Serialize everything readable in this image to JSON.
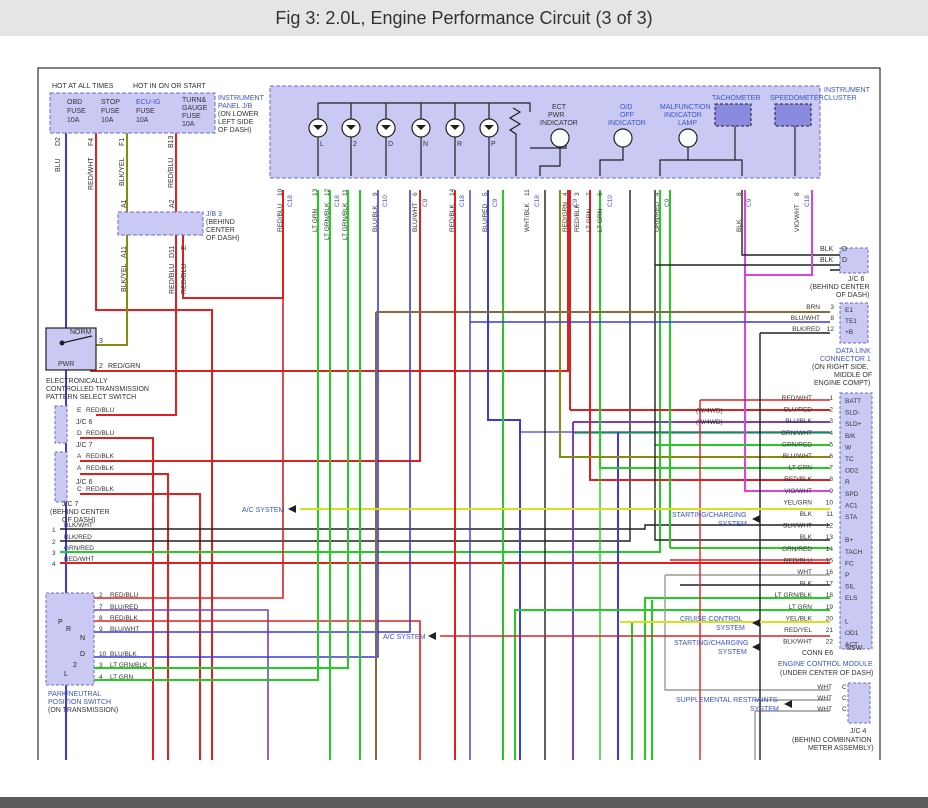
{
  "title": "Fig 3: 2.0L, Engine Performance Circuit (3 of 3)",
  "colors": {
    "box_fill": "#c9c9f4",
    "box_stroke": "#6a6ad0",
    "blue_label": "#3a55c8",
    "red": "#e02020",
    "green": "#22cc22",
    "blue": "#3a3ae0",
    "purple": "#7a40c0",
    "olive": "#8a8a10",
    "brown": "#9a6a3a",
    "magenta": "#e040e0",
    "yellow": "#d8e020",
    "black": "#202020",
    "gray": "#9a9a9a"
  },
  "top_labels": {
    "hot_always": "HOT AT ALL TIMES",
    "hot_on_start": "HOT IN ON OR START"
  },
  "fuses": [
    {
      "name": "OBD",
      "l2": "FUSE",
      "amp": "10A"
    },
    {
      "name": "STOP",
      "l2": "FUSE",
      "amp": "10A"
    },
    {
      "name": "ECU-IG",
      "l2": "FUSE",
      "amp": "10A"
    },
    {
      "name": "TURN&",
      "l2": "GAUGE",
      "l3": "FUSE",
      "amp": "10A"
    }
  ],
  "ip_jb": {
    "l1": "INSTRUMENT",
    "l2": "PANEL J/B",
    "l3": "(ON LOWER",
    "l4": "LEFT SIDE",
    "l5": "OF DASH)"
  },
  "cluster": {
    "label1": "INSTRUMENT",
    "label2": "CLUSTER",
    "tach": "TACHOMETER",
    "speedo": "SPEEDOMETER",
    "ect": [
      "ECT",
      "PWR",
      "INDICATOR"
    ],
    "od": [
      "O/D",
      "OFF",
      "INDICATOR"
    ],
    "mil": [
      "MALFUNCTION",
      "INDICATOR",
      "LAMP"
    ],
    "leds": [
      "L",
      "2",
      "D",
      "N",
      "R",
      "P"
    ]
  },
  "cluster_pins": [
    {
      "pin": "10",
      "color": "RED/BLU",
      "conn": "C18"
    },
    {
      "pin": "13",
      "color": "LT GRN",
      "conn": ""
    },
    {
      "pin": "12",
      "color": "LT GRN/BLK",
      "conn": "C18"
    },
    {
      "pin": "11",
      "color": "LT GRN/BLK",
      "conn": ""
    },
    {
      "pin": "9",
      "color": "BLU/BLK",
      "conn": "C10"
    },
    {
      "pin": "6",
      "color": "BLU/WHT",
      "conn": "C9"
    },
    {
      "pin": "14",
      "color": "RED/BLK",
      "conn": "C18"
    },
    {
      "pin": "5",
      "color": "BLU/RED",
      "conn": "C9"
    },
    {
      "pin": "11",
      "color": "WHT/BLK",
      "conn": "C18"
    },
    {
      "pin": "4",
      "color": "RED/GRN",
      "conn": "C9"
    },
    {
      "pin": "3",
      "color": "RED/BLK",
      "conn": ""
    },
    {
      "pin": "7",
      "color": "LT GRN",
      "conn": ""
    },
    {
      "pin": "6",
      "color": "LT GRN",
      "conn": "C10"
    },
    {
      "pin": "4",
      "color": "GRN/RED",
      "conn": "C9"
    },
    {
      "pin": "8",
      "color": "BLK",
      "conn": "C9"
    },
    {
      "pin": "8",
      "color": "VIO/WHT",
      "conn": "C18"
    }
  ],
  "fuse_pins": [
    {
      "pin": "D2",
      "color": "BLU"
    },
    {
      "pin": "F4",
      "color": "RED/WHT"
    },
    {
      "pin": "F1",
      "color": "BLK/YEL"
    },
    {
      "pin": "B13",
      "color": "RED/BLU"
    }
  ],
  "jb3": {
    "l1": "J/B 3",
    "l2": "(BEHIND",
    "l3": "CENTER",
    "l4": "OF DASH)",
    "a1": "A1",
    "a2": "A2",
    "a11": "A11",
    "d11": "D11",
    "e": "E",
    "w1": "BLK/YEL",
    "w2": "RED/BLU",
    "w3": "RED/BLU"
  },
  "jc6_top": {
    "label": "J/C 6",
    "l2": "(BEHIND CENTER",
    "l3": "OF DASH)",
    "r1": "BLK",
    "r1p": "D",
    "r2": "BLK",
    "r2p": "D"
  },
  "dlc": {
    "pins": [
      {
        "c": "BRN",
        "n": "3",
        "t": "E1"
      },
      {
        "c": "BLU/WHT",
        "n": "8",
        "t": "TE1"
      },
      {
        "c": "BLK/RED",
        "n": "12",
        "t": "+B"
      }
    ],
    "l1": "DATA LINK",
    "l2": "CONNECTOR 1",
    "l3": "(ON RIGHT SIDE,",
    "l4": "MIDDLE OF",
    "l5": "ENGINE COMPT)"
  },
  "ectps": {
    "norm": "NORM",
    "pwr": "PWR",
    "p3": "3",
    "p2": "2",
    "w2": "RED/GRN",
    "l1": "ELECTRONICALLY",
    "l2": "CONTROLLED TRANSMISSION",
    "l3": "PATTERN SELECT SWITCH"
  },
  "jc_left": [
    {
      "p": "E",
      "c": "RED/BLU"
    },
    {
      "p": "D",
      "c": "RED/BLU"
    },
    {
      "p": "A",
      "c": "RED/BLK"
    },
    {
      "p": "A",
      "c": "RED/BLK"
    },
    {
      "p": "C",
      "c": "RED/BLK"
    }
  ],
  "jc_left_labels": {
    "jc6a": "J/C 6",
    "jc7a": "J/C 7",
    "jc6b": "J/C 6",
    "jc7b": "J/C 7",
    "b1": "(BEHIND CENTER",
    "b2": "OF DASH)"
  },
  "left_wires": [
    {
      "n": "1",
      "c": "BLK/WHT"
    },
    {
      "n": "2",
      "c": "BLK/RED"
    },
    {
      "n": "3",
      "c": "GRN/RED"
    },
    {
      "n": "4",
      "c": "RED/WHT"
    }
  ],
  "pnp": {
    "pins": [
      {
        "n": "2",
        "c": "RED/BLU"
      },
      {
        "n": "7",
        "c": "BLU/RED"
      },
      {
        "n": "8",
        "c": "RED/BLK"
      },
      {
        "n": "9",
        "c": "BLU/WHT"
      },
      {
        "n": "10",
        "c": "BLU/BLK"
      },
      {
        "n": "3",
        "c": "LT GRN/BLK"
      },
      {
        "n": "4",
        "c": "LT GRN"
      }
    ],
    "letters": [
      "P",
      "R",
      "N",
      "D",
      "2",
      "L"
    ],
    "l1": "PARK/NEUTRAL",
    "l2": "POSITION SWITCH",
    "l3": "(ON TRANSMISSION)"
  },
  "ecm_rows": [
    {
      "c": "RED/WHT",
      "n": "1",
      "t": "BATT",
      "note": ""
    },
    {
      "c": "BLU/RED",
      "n": "2",
      "t": "SLD-",
      "note": "(W/4WD)"
    },
    {
      "c": "BLU/BLK",
      "n": "3",
      "t": "SLD+",
      "note": "(W/4WD)"
    },
    {
      "c": "GRN/WHT",
      "n": "4",
      "t": "B/K",
      "note": ""
    },
    {
      "c": "GRN/RED",
      "n": "5",
      "t": "W",
      "note": ""
    },
    {
      "c": "BLU/WHT",
      "n": "6",
      "t": "TC",
      "note": ""
    },
    {
      "c": "LT GRN",
      "n": "7",
      "t": "OD2",
      "note": ""
    },
    {
      "c": "RED/BLK",
      "n": "8",
      "t": "R",
      "note": ""
    },
    {
      "c": "VIO/WHT",
      "n": "9",
      "t": "SPD",
      "note": ""
    },
    {
      "c": "YEL/GRN",
      "n": "10",
      "t": "AC1",
      "note": ""
    },
    {
      "c": "BLK",
      "n": "11",
      "t": "STA",
      "note": ""
    },
    {
      "c": "BLK/WHT",
      "n": "12",
      "t": "",
      "note": ""
    },
    {
      "c": "BLK",
      "n": "13",
      "t": "B+",
      "note": ""
    },
    {
      "c": "GRN/RED",
      "n": "14",
      "t": "TACH",
      "note": ""
    },
    {
      "c": "RED/BLU",
      "n": "15",
      "t": "FC",
      "note": ""
    },
    {
      "c": "WHT",
      "n": "16",
      "t": "P",
      "note": ""
    },
    {
      "c": "BLK",
      "n": "17",
      "t": "SIL",
      "note": ""
    },
    {
      "c": "LT GRN/BLK",
      "n": "18",
      "t": "ELS",
      "note": ""
    },
    {
      "c": "LT GRN",
      "n": "19",
      "t": "",
      "note": ""
    },
    {
      "c": "YEL/BLK",
      "n": "20",
      "t": "L",
      "note": ""
    },
    {
      "c": "RED/YEL",
      "n": "21",
      "t": "OD1",
      "note": ""
    },
    {
      "c": "BLK/WHT",
      "n": "22",
      "t": "ACT",
      "note": ""
    }
  ],
  "ecm": {
    "nsw": "NSW",
    "conn": "CONN E6",
    "l1": "ENGINE CONTROL MODULE",
    "l2": "(UNDER CENTER OF DASH)"
  },
  "systems": {
    "ac1": "A/C SYSTEM",
    "ac2": "A/C SYSTEM",
    "start": [
      "STARTING/CHARGING",
      "SYSTEM"
    ],
    "cruise": [
      "CRUISE CONTROL",
      "SYSTEM"
    ],
    "start2": [
      "STARTING/CHARGING",
      "SYSTEM"
    ],
    "srs": [
      "SUPPLEMENTAL RESTRAINTS",
      "SYSTEM"
    ]
  },
  "jc4": {
    "rows": [
      {
        "c": "WHT",
        "p": "C"
      },
      {
        "c": "WHT",
        "p": "C"
      },
      {
        "c": "WHT",
        "p": "C"
      }
    ],
    "l1": "J/C 4",
    "l2": "(BEHIND COMBINATION",
    "l3": "METER ASSEMBLY)"
  }
}
